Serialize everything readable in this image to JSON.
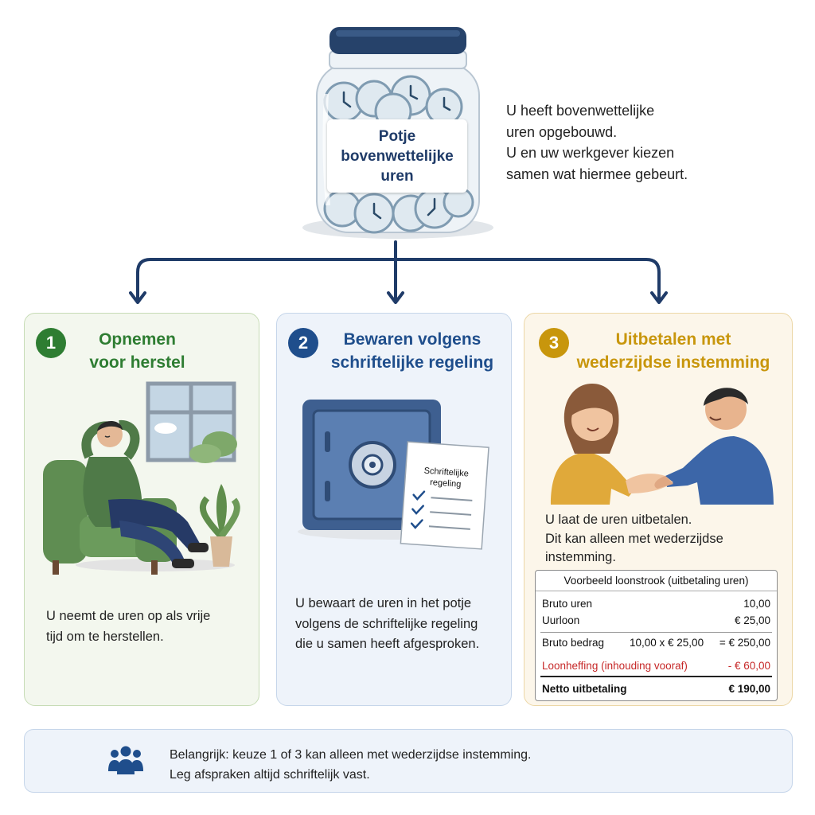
{
  "jar": {
    "label_line1": "Potje",
    "label_line2": "bovenwettelijke",
    "label_line3": "uren"
  },
  "intro": {
    "line1": "U heeft bovenwettelijke",
    "line2": "uren opgebouwd.",
    "line3": "U en uw werkgever kiezen",
    "line4": "samen wat hiermee gebeurt."
  },
  "options": [
    {
      "number": "1",
      "title_line1": "Opnemen",
      "title_line2": "voor herstel",
      "color": "#2e7d32",
      "text_line1": "U neemt de uren op als vrije",
      "text_line2": "tijd om te herstellen."
    },
    {
      "number": "2",
      "title_line1": "Bewaren volgens",
      "title_line2": "schriftelijke regeling",
      "color": "#1f4e8c",
      "document_label_line1": "Schriftelijke",
      "document_label_line2": "regeling",
      "text_line1": "U bewaart de uren in het potje",
      "text_line2": "volgens de schriftelijke regeling",
      "text_line3": "die u samen heeft afgesproken."
    },
    {
      "number": "3",
      "title_line1": "Uitbetalen met",
      "title_line2": "wederzijdse instemming",
      "color": "#c8960c",
      "text_line1": "U laat de uren uitbetalen.",
      "text_line2": "Dit kan alleen met wederzijdse",
      "text_line3": "instemming."
    }
  ],
  "payslip": {
    "title": "Voorbeeld loonstrook (uitbetaling uren)",
    "rows": [
      {
        "label": "Bruto uren",
        "calc": "",
        "value": "10,00"
      },
      {
        "label": "Uurloon",
        "calc": "",
        "value": "€ 25,00"
      },
      {
        "label": "Bruto bedrag",
        "calc": "10,00 x € 25,00",
        "value": "= € 250,00"
      },
      {
        "label": "Loonheffing (inhouding vooraf)",
        "calc": "",
        "value": "- € 60,00"
      },
      {
        "label": "Netto uitbetaling",
        "calc": "",
        "value": "€ 190,00"
      }
    ]
  },
  "footer": {
    "icon": "people-icon",
    "line1": "Belangrijk:  keuze 1 of 3 kan alleen met wederzijdse instemming.",
    "line2": "Leg afspraken altijd schriftelijk vast."
  },
  "colors": {
    "navy": "#1f3b68",
    "green": "#2e7d32",
    "blue": "#1f4e8c",
    "gold": "#c8960c",
    "red": "#c62828"
  }
}
